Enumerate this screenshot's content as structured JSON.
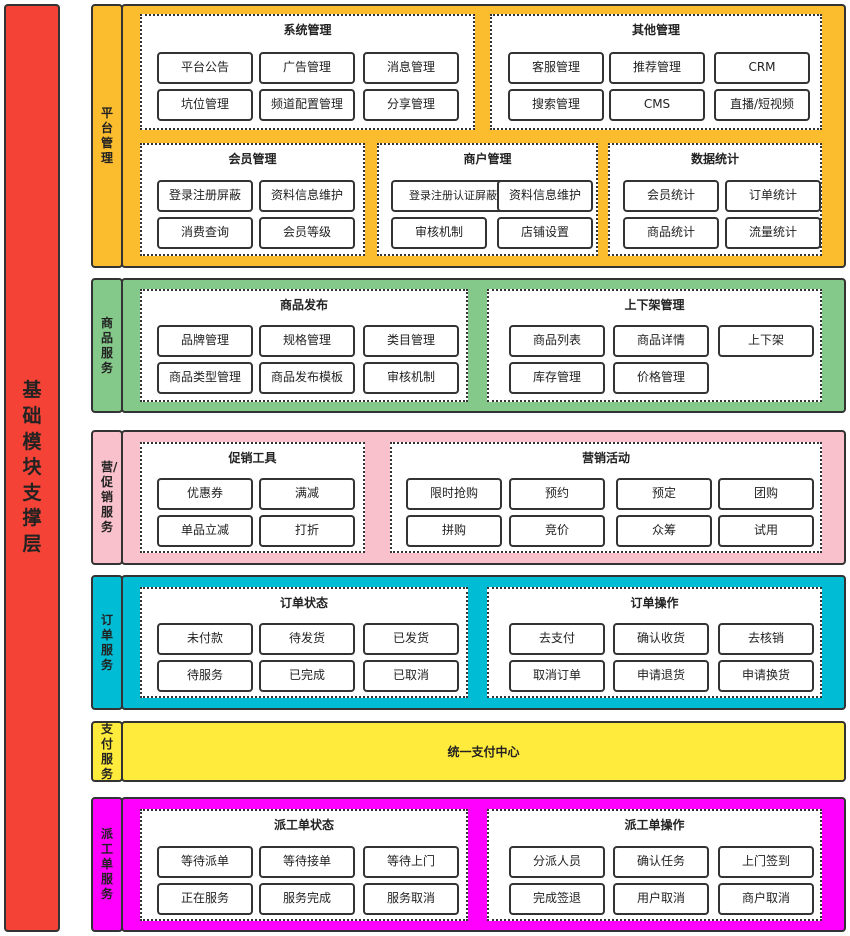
{
  "base_label": "基础模块支撑层",
  "colors": {
    "base": "#f44336",
    "platform": "#fbbc2e",
    "goods": "#85c98a",
    "marketing": "#f8c1cb",
    "order": "#00bcd4",
    "payment": "#ffeb3b",
    "dispatch": "#ff00ff"
  },
  "layers": {
    "platform": {
      "label": "平台管理",
      "panels": [
        {
          "title": "系统管理",
          "items": [
            "平台公告",
            "广告管理",
            "消息管理",
            "坑位管理",
            "频道配置管理",
            "分享管理"
          ]
        },
        {
          "title": "其他管理",
          "items": [
            "客服管理",
            "推荐管理",
            "CRM",
            "搜索管理",
            "CMS",
            "直播/短视频"
          ]
        },
        {
          "title": "会员管理",
          "items": [
            "登录注册屏蔽",
            "资料信息维护",
            "消费查询",
            "会员等级"
          ]
        },
        {
          "title": "商户管理",
          "items": [
            "登录注册认证屏蔽",
            "资料信息维护",
            "审核机制",
            "店铺设置"
          ]
        },
        {
          "title": "数据统计",
          "items": [
            "会员统计",
            "订单统计",
            "商品统计",
            "流量统计"
          ]
        }
      ]
    },
    "goods": {
      "label": "商品服务",
      "panels": [
        {
          "title": "商品发布",
          "items": [
            "品牌管理",
            "规格管理",
            "类目管理",
            "商品类型管理",
            "商品发布模板",
            "审核机制"
          ]
        },
        {
          "title": "上下架管理",
          "items": [
            "商品列表",
            "商品详情",
            "上下架",
            "库存管理",
            "价格管理"
          ]
        }
      ]
    },
    "marketing": {
      "label": "营/促销服务",
      "panels": [
        {
          "title": "促销工具",
          "items": [
            "优惠券",
            "满减",
            "单品立减",
            "打折"
          ]
        },
        {
          "title": "营销活动",
          "items": [
            "限时抢购",
            "预约",
            "预定",
            "团购",
            "拼购",
            "竞价",
            "众筹",
            "试用"
          ]
        }
      ]
    },
    "order": {
      "label": "订单服务",
      "panels": [
        {
          "title": "订单状态",
          "items": [
            "未付款",
            "待发货",
            "已发货",
            "待服务",
            "已完成",
            "已取消"
          ]
        },
        {
          "title": "订单操作",
          "items": [
            "去支付",
            "确认收货",
            "去核销",
            "取消订单",
            "申请退货",
            "申请换货"
          ]
        }
      ]
    },
    "payment": {
      "label": "支付服务",
      "content": "统一支付中心"
    },
    "dispatch": {
      "label": "派工单服务",
      "panels": [
        {
          "title": "派工单状态",
          "items": [
            "等待派单",
            "等待接单",
            "等待上门",
            "正在服务",
            "服务完成",
            "服务取消"
          ]
        },
        {
          "title": "派工单操作",
          "items": [
            "分派人员",
            "确认任务",
            "上门签到",
            "完成签退",
            "用户取消",
            "商户取消"
          ]
        }
      ]
    }
  }
}
